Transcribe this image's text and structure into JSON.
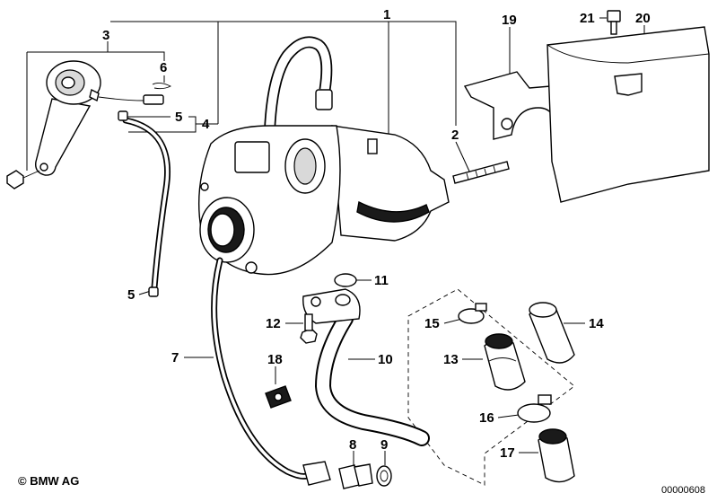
{
  "callouts": [
    {
      "id": "c1",
      "text": "1"
    },
    {
      "id": "c2",
      "text": "2"
    },
    {
      "id": "c3",
      "text": "3"
    },
    {
      "id": "c4",
      "text": "4"
    },
    {
      "id": "c5a",
      "text": "5"
    },
    {
      "id": "c5b",
      "text": "5"
    },
    {
      "id": "c6",
      "text": "6"
    },
    {
      "id": "c7",
      "text": "7"
    },
    {
      "id": "c8",
      "text": "8"
    },
    {
      "id": "c9",
      "text": "9"
    },
    {
      "id": "c10",
      "text": "10"
    },
    {
      "id": "c11",
      "text": "11"
    },
    {
      "id": "c12",
      "text": "12"
    },
    {
      "id": "c13",
      "text": "13"
    },
    {
      "id": "c14",
      "text": "14"
    },
    {
      "id": "c15",
      "text": "15"
    },
    {
      "id": "c16",
      "text": "16"
    },
    {
      "id": "c17",
      "text": "17"
    },
    {
      "id": "c18",
      "text": "18"
    },
    {
      "id": "c19",
      "text": "19"
    },
    {
      "id": "c20",
      "text": "20"
    },
    {
      "id": "c21",
      "text": "21"
    }
  ],
  "footer": {
    "copyright": "© BMW AG",
    "document_number": "00000608"
  }
}
